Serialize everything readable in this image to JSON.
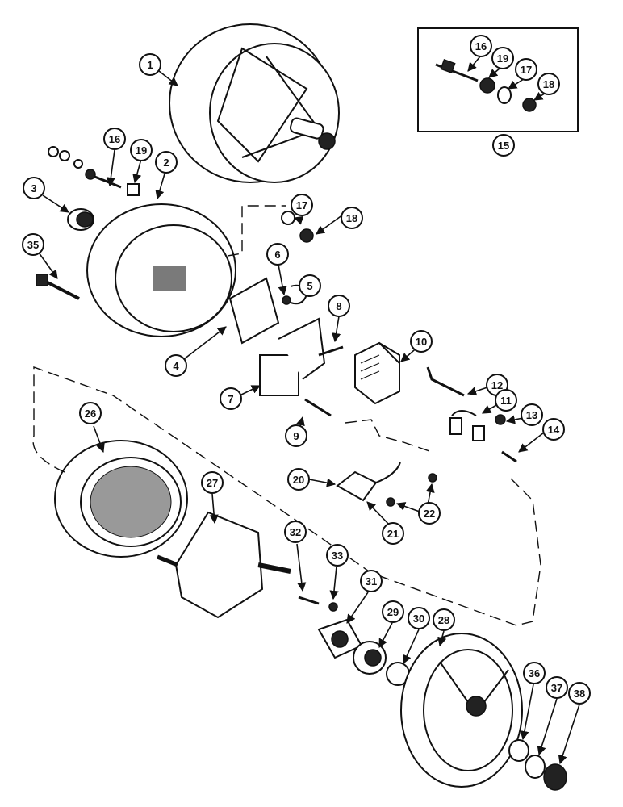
{
  "callouts": {
    "c1": "1",
    "c2": "2",
    "c3": "3",
    "c4": "4",
    "c5": "5",
    "c6": "6",
    "c7": "7",
    "c8": "8",
    "c9": "9",
    "c10": "10",
    "c11": "11",
    "c12": "12",
    "c13": "13",
    "c14": "14",
    "c15": "15",
    "c16a": "16",
    "c16b": "16",
    "c17a": "17",
    "c17b": "17",
    "c18a": "18",
    "c18b": "18",
    "c19a": "19",
    "c19b": "19",
    "c20": "20",
    "c21": "21",
    "c22": "22",
    "c26": "26",
    "c27": "27",
    "c28": "28",
    "c29": "29",
    "c30": "30",
    "c31": "31",
    "c32": "32",
    "c33": "33",
    "c35": "35",
    "c36": "36",
    "c37": "37",
    "c38": "38"
  }
}
